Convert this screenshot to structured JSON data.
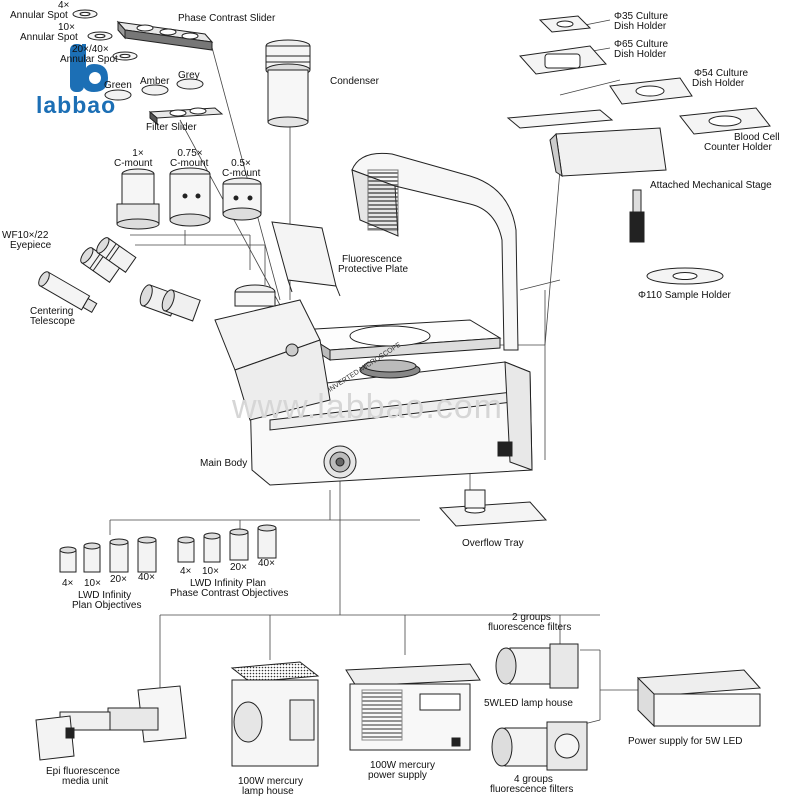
{
  "brand": {
    "logo_letter": "b",
    "logo_text": "labbao",
    "watermark": "www.labbao.com",
    "accent_color": "#1c6fb5"
  },
  "labels": {
    "annular_spot_4x_mag": "4×",
    "annular_spot_4x": "Annular Spot",
    "annular_spot_10x_mag": "10×",
    "annular_spot_10x": "Annular Spot",
    "annular_spot_20x_mag": "20×/40×",
    "annular_spot_20x": "Annular Spot",
    "phase_contrast_slider": "Phase Contrast Slider",
    "condenser": "Condenser",
    "green": "Green",
    "amber": "Amber",
    "grey": "Grey",
    "filter_slider": "Filter Slider",
    "cmount_1x_mag": "1×",
    "cmount_1x": "C-mount",
    "cmount_075x_mag": "0.75×",
    "cmount_075x": "C-mount",
    "cmount_05x_mag": "0.5×",
    "cmount_05x": "C-mount",
    "eyepiece_line1": "WF10×/22",
    "eyepiece_line2": "Eyepiece",
    "centering_line1": "Centering",
    "centering_line2": "Telescope",
    "fluorescence_plate_line1": "Fluorescence",
    "fluorescence_plate_line2": "Protective Plate",
    "culture_35_line1": "Φ35 Culture",
    "culture_35_line2": "Dish Holder",
    "culture_65_line1": "Φ65 Culture",
    "culture_65_line2": "Dish Holder",
    "culture_54_line1": "Φ54 Culture",
    "culture_54_line2": "Dish Holder",
    "blood_cell_line1": "Blood Cell",
    "blood_cell_line2": "Counter Holder",
    "mechanical_stage": "Attached Mechanical Stage",
    "sample_holder": "Φ110 Sample Holder",
    "main_body": "Main Body",
    "overflow_tray": "Overflow Tray",
    "microscope_text": "INVERTED MICROSCOPE",
    "obj_mag_4x": "4×",
    "obj_mag_10x": "10×",
    "obj_mag_20x": "20×",
    "obj_mag_40x": "40×",
    "lwd_plan_line1": "LWD Infinity",
    "lwd_plan_line2": "Plan Objectives",
    "pc_mag_4x": "4×",
    "pc_mag_10x": "10×",
    "pc_mag_20x": "20×",
    "pc_mag_40x": "40×",
    "lwd_pc_line1": "LWD Infinity Plan",
    "lwd_pc_line2": "Phase Contrast Objectives",
    "filters_2_line1": "2 groups",
    "filters_2_line2": "fluorescence filters",
    "led_lamp_house": "5WLED lamp house",
    "filters_4_line1": "4 groups",
    "filters_4_line2": "fluorescence filters",
    "power_5w": "Power supply for 5W LED",
    "epi_line1": "Epi fluorescence",
    "epi_line2": "media unit",
    "mercury_lamp_line1": "100W mercury",
    "mercury_lamp_line2": "lamp house",
    "mercury_ps_line1": "100W mercury",
    "mercury_ps_line2": "power supply"
  }
}
